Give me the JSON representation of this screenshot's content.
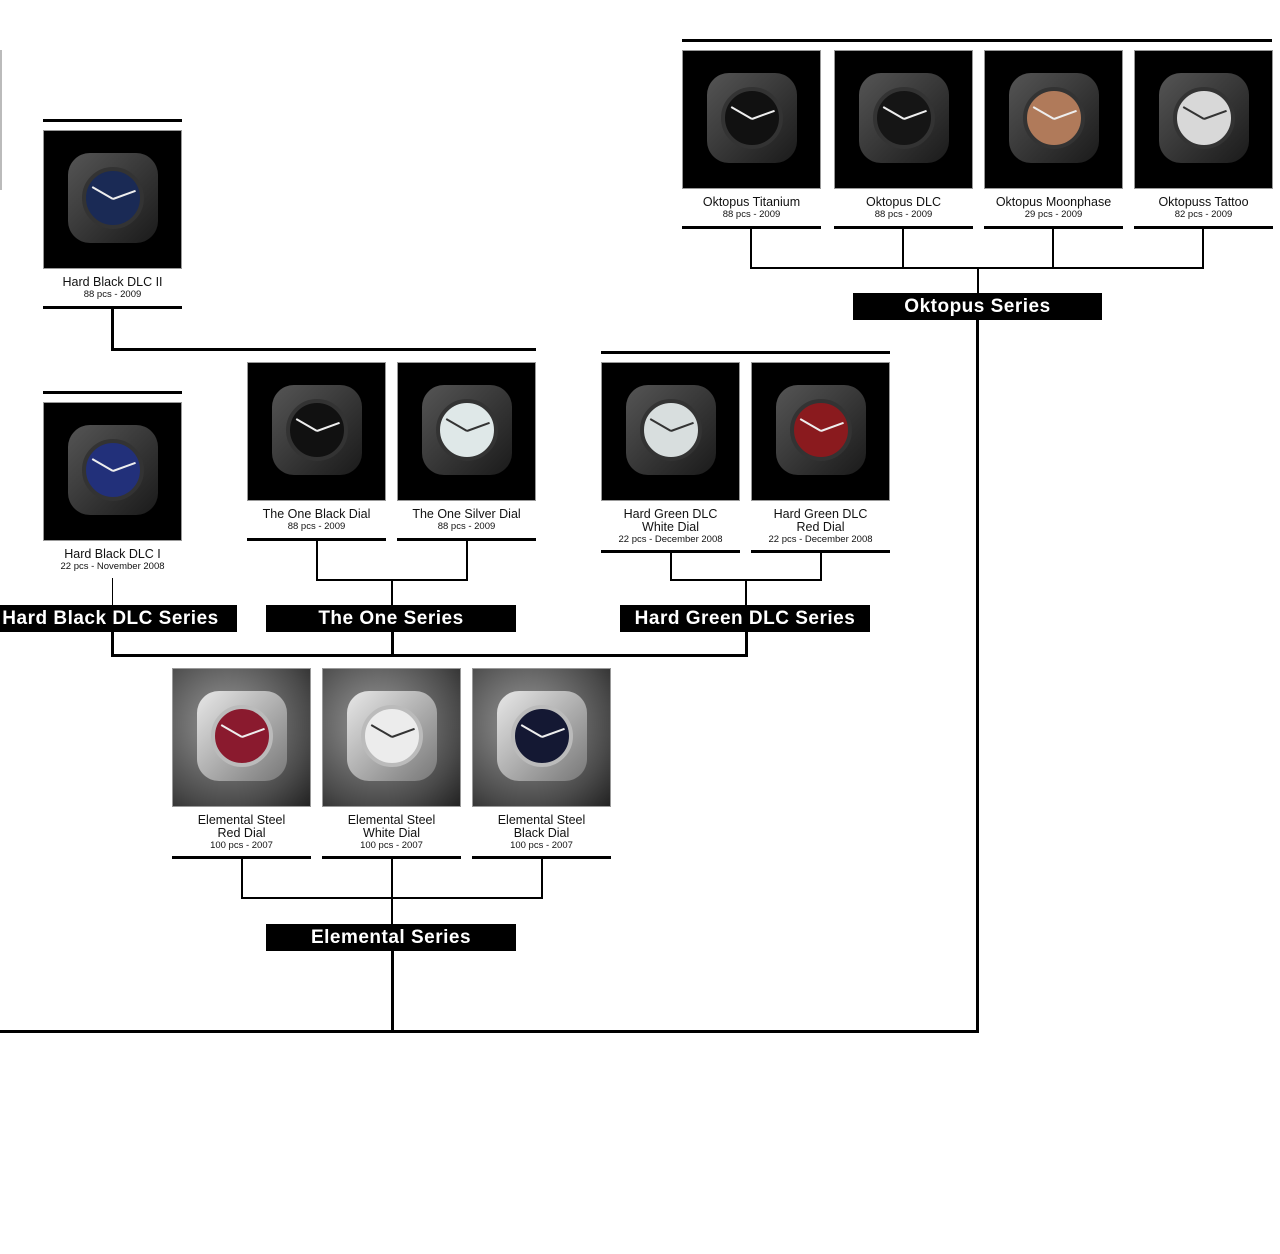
{
  "series": [
    {
      "id": "oktopus",
      "label": "Oktopus Series"
    },
    {
      "id": "hardblack",
      "label": "Hard Black DLC Series"
    },
    {
      "id": "theone",
      "label": "The One Series"
    },
    {
      "id": "hardgreen",
      "label": "Hard Green DLC Series"
    },
    {
      "id": "elemental",
      "label": "Elemental Series"
    }
  ],
  "watches": [
    {
      "id": "oktopus-titanium",
      "title": [
        "Oktopus Titanium"
      ],
      "sub": "88 pcs - 2009",
      "dial": "#111111",
      "light": false
    },
    {
      "id": "oktopus-dlc",
      "title": [
        "Oktopus DLC"
      ],
      "sub": "88 pcs - 2009",
      "dial": "#151515",
      "light": false
    },
    {
      "id": "oktopus-moonphase",
      "title": [
        "Oktopus Moonphase"
      ],
      "sub": "29 pcs - 2009",
      "dial": "#b07a5a",
      "light": false
    },
    {
      "id": "oktopuss-tattoo",
      "title": [
        "Oktopuss Tattoo"
      ],
      "sub": "82 pcs - 2009",
      "dial": "#d8d8d8",
      "light": false
    },
    {
      "id": "hard-black-dlc-ii",
      "title": [
        "Hard Black DLC II"
      ],
      "sub": "88 pcs - 2009",
      "dial": "#1a2a55",
      "light": false
    },
    {
      "id": "hard-black-dlc-i",
      "title": [
        "Hard Black DLC I"
      ],
      "sub": "22 pcs - November 2008",
      "dial": "#22307a",
      "light": false
    },
    {
      "id": "the-one-black-dial",
      "title": [
        "The One Black Dial"
      ],
      "sub": "88 pcs - 2009",
      "dial": "#111111",
      "light": false
    },
    {
      "id": "the-one-silver-dial",
      "title": [
        "The One Silver Dial"
      ],
      "sub": "88 pcs - 2009",
      "dial": "#dfe8e8",
      "light": false
    },
    {
      "id": "hard-green-dlc-white",
      "title": [
        "Hard Green DLC",
        "White Dial"
      ],
      "sub": "22 pcs - December 2008",
      "dial": "#d8dede",
      "light": false
    },
    {
      "id": "hard-green-dlc-red",
      "title": [
        "Hard Green DLC",
        "Red Dial"
      ],
      "sub": "22 pcs - December 2008",
      "dial": "#8a1a1e",
      "light": false
    },
    {
      "id": "elemental-steel-red",
      "title": [
        "Elemental Steel",
        "Red Dial"
      ],
      "sub": "100 pcs - 2007",
      "dial": "#8a1a2e",
      "light": true
    },
    {
      "id": "elemental-steel-white",
      "title": [
        "Elemental Steel",
        "White Dial"
      ],
      "sub": "100 pcs - 2007",
      "dial": "#ececec",
      "light": true
    },
    {
      "id": "elemental-steel-black",
      "title": [
        "Elemental Steel",
        "Black Dial"
      ],
      "sub": "100 pcs - 2007",
      "dial": "#141833",
      "light": true
    }
  ]
}
